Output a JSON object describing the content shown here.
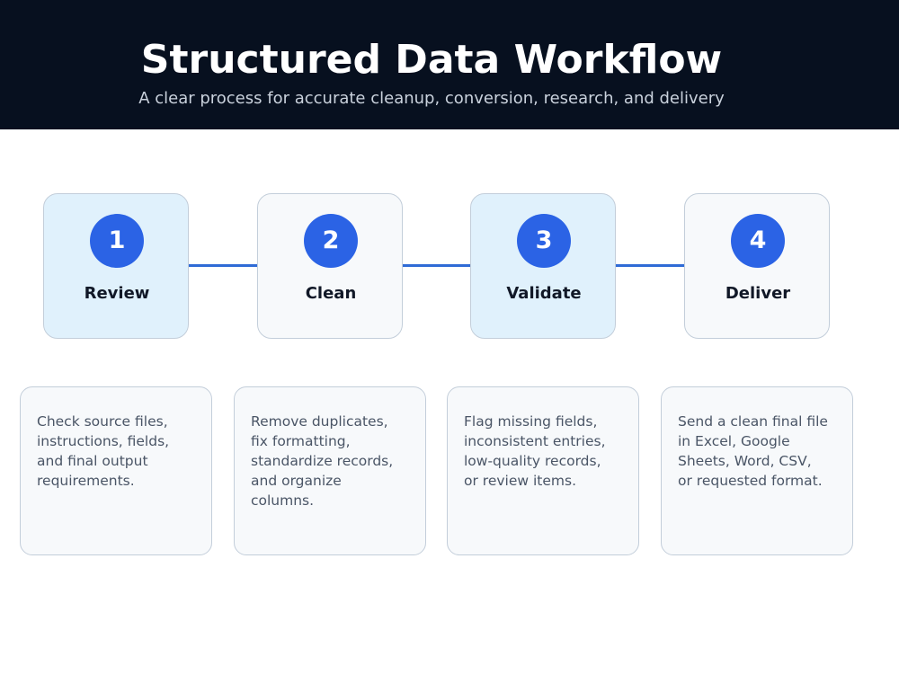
{
  "header": {
    "title": "Structured Data Workflow",
    "subtitle": "A clear process for accurate cleanup, conversion, research, and delivery"
  },
  "steps": [
    {
      "number": "1",
      "label": "Review",
      "description": "Check source files,\ninstructions, fields,\nand final output\nrequirements."
    },
    {
      "number": "2",
      "label": "Clean",
      "description": "Remove duplicates,\nfix formatting,\nstandardize records,\nand organize\ncolumns."
    },
    {
      "number": "3",
      "label": "Validate",
      "description": "Flag missing fields,\ninconsistent entries,\nlow-quality records,\nor review items."
    },
    {
      "number": "4",
      "label": "Deliver",
      "description": "Send a clean final file\nin Excel, Google\nSheets, Word, CSV,\nor requested format."
    }
  ],
  "colors": {
    "header_background": "#07101f",
    "accent": "#2b63e5",
    "connector": "#2f6bd6",
    "card_tinted": "#e0f1fc",
    "card_plain": "#f7f9fb"
  }
}
